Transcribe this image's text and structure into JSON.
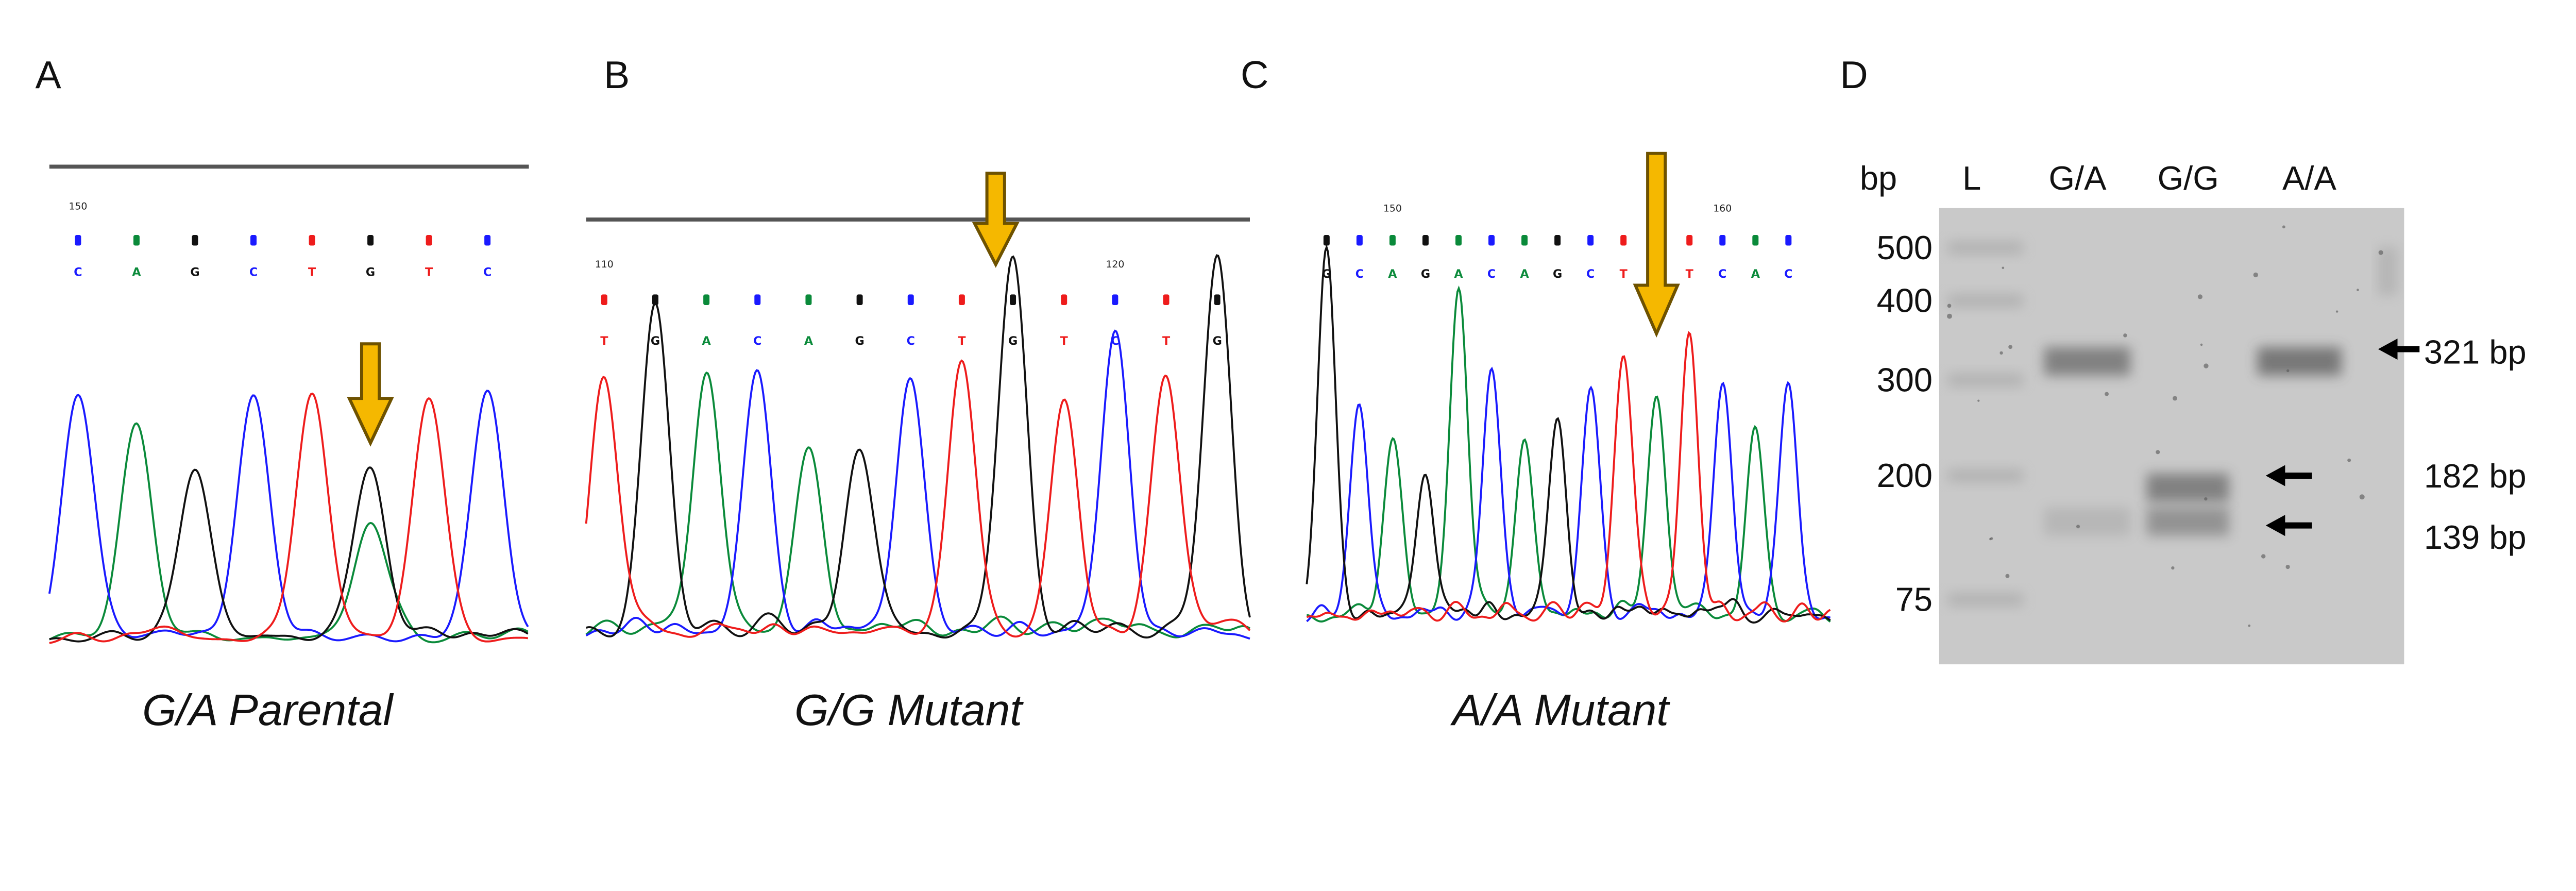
{
  "colors": {
    "A": "#0a8a3a",
    "C": "#1a1aff",
    "G": "#111111",
    "T": "#ee1c1c",
    "arrow": "#f5b800",
    "arrow_outline": "#6e5200",
    "gel": "#c9c9c9"
  },
  "chart_data": [
    {
      "type": "line",
      "panel": "A",
      "title": "G/A Parental",
      "position_labels": [
        {
          "index": 0,
          "text": "150"
        }
      ],
      "bases": [
        "C",
        "A",
        "G",
        "C",
        "T",
        "G",
        "T",
        "C"
      ],
      "peaks": [
        {
          "base": "C",
          "intensity": 0.92
        },
        {
          "base": "A",
          "intensity": 0.78
        },
        {
          "base": "G",
          "intensity": 0.61
        },
        {
          "base": "C",
          "intensity": 0.92
        },
        {
          "base": "T",
          "intensity": 0.92
        },
        {
          "base": "G",
          "intensity": 0.63
        },
        {
          "base": "A",
          "intensity": 0.45
        },
        {
          "base": "T",
          "intensity": 0.92
        },
        {
          "base": "C",
          "intensity": 0.92
        }
      ],
      "peak_index": [
        0,
        1,
        2,
        3,
        4,
        5,
        5,
        6,
        7
      ],
      "arrow_index": 5
    },
    {
      "type": "line",
      "panel": "B",
      "title": "G/G Mutant",
      "position_labels": [
        {
          "index": 0,
          "text": "110"
        },
        {
          "index": 10,
          "text": "120"
        }
      ],
      "bases": [
        "T",
        "G",
        "A",
        "C",
        "A",
        "G",
        "C",
        "T",
        "G",
        "T",
        "C",
        "T",
        "G"
      ],
      "peaks": [
        {
          "base": "T",
          "intensity": 0.67
        },
        {
          "base": "G",
          "intensity": 0.87
        },
        {
          "base": "A",
          "intensity": 0.67
        },
        {
          "base": "C",
          "intensity": 0.7
        },
        {
          "base": "A",
          "intensity": 0.48
        },
        {
          "base": "G",
          "intensity": 0.49
        },
        {
          "base": "C",
          "intensity": 0.67
        },
        {
          "base": "T",
          "intensity": 0.71
        },
        {
          "base": "G",
          "intensity": 0.98
        },
        {
          "base": "T",
          "intensity": 0.61
        },
        {
          "base": "C",
          "intensity": 0.79
        },
        {
          "base": "T",
          "intensity": 0.69
        },
        {
          "base": "G",
          "intensity": 0.99
        }
      ],
      "peak_index": [
        0,
        1,
        2,
        3,
        4,
        5,
        6,
        7,
        8,
        9,
        10,
        11,
        12
      ],
      "arrow_index": 8
    },
    {
      "type": "line",
      "panel": "C",
      "title": "A/A Mutant",
      "position_labels": [
        {
          "index": 2,
          "text": "150"
        },
        {
          "index": 12,
          "text": "160"
        }
      ],
      "bases": [
        "G",
        "C",
        "A",
        "G",
        "A",
        "C",
        "A",
        "G",
        "C",
        "T",
        "",
        "T",
        "C",
        "A",
        "C"
      ],
      "peaks": [
        {
          "base": "G",
          "intensity": 0.98
        },
        {
          "base": "C",
          "intensity": 0.55
        },
        {
          "base": "A",
          "intensity": 0.47
        },
        {
          "base": "G",
          "intensity": 0.37
        },
        {
          "base": "A",
          "intensity": 0.88
        },
        {
          "base": "C",
          "intensity": 0.63
        },
        {
          "base": "A",
          "intensity": 0.47
        },
        {
          "base": "G",
          "intensity": 0.51
        },
        {
          "base": "C",
          "intensity": 0.61
        },
        {
          "base": "T",
          "intensity": 0.7
        },
        {
          "base": "A",
          "intensity": 0.6
        },
        {
          "base": "T",
          "intensity": 0.74
        },
        {
          "base": "C",
          "intensity": 0.63
        },
        {
          "base": "A",
          "intensity": 0.47
        },
        {
          "base": "C",
          "intensity": 0.63
        }
      ],
      "peak_index": [
        0,
        1,
        2,
        3,
        4,
        5,
        6,
        7,
        8,
        9,
        10,
        11,
        12,
        13,
        14
      ],
      "arrow_index": 10
    }
  ],
  "panels": {
    "A": "A",
    "B": "B",
    "C": "C",
    "D": "D"
  },
  "captions": {
    "A": "G/A Parental",
    "B": "G/G Mutant",
    "C": "A/A Mutant"
  },
  "gel": {
    "unit_label": "bp",
    "lanes": [
      "L",
      "G/A",
      "G/G",
      "A/A"
    ],
    "ladder": [
      "500",
      "400",
      "300",
      "200",
      "75"
    ],
    "bands": [
      {
        "lane": "G/A",
        "size_bp": 321,
        "strength": 0.8
      },
      {
        "lane": "G/A",
        "size_bp": 139,
        "strength": 0.2
      },
      {
        "lane": "G/G",
        "size_bp": 182,
        "strength": 0.8
      },
      {
        "lane": "G/G",
        "size_bp": 139,
        "strength": 0.6
      },
      {
        "lane": "A/A",
        "size_bp": 321,
        "strength": 0.9
      }
    ],
    "annotations": [
      "321 bp",
      "182 bp",
      "139 bp"
    ]
  }
}
